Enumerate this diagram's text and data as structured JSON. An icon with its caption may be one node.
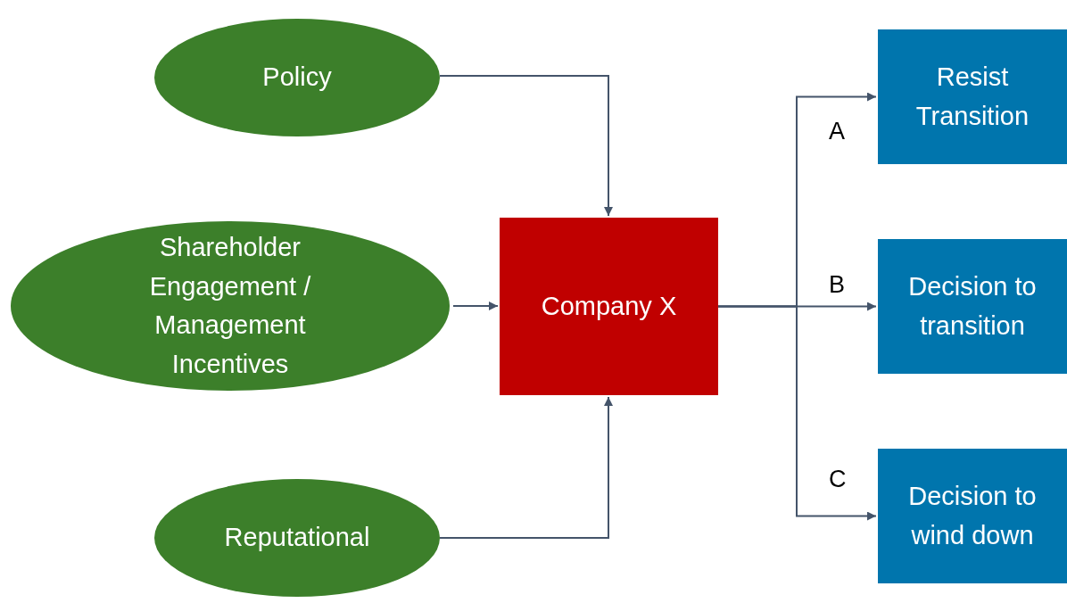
{
  "diagram": {
    "nodes": [
      {
        "text": [
          "Policy"
        ]
      },
      {
        "text": [
          "Shareholder Engagement / Management Incentives"
        ]
      },
      {
        "text": [
          "Reputational"
        ]
      },
      {
        "text": [
          "Company X"
        ]
      },
      {
        "text": [
          "Resist Transition"
        ]
      },
      {
        "text": [
          "Decision to transition"
        ]
      },
      {
        "text": [
          "Decision to wind down"
        ]
      }
    ],
    "edges": [
      {
        "from": 0,
        "to": 3,
        "arrow": "to"
      },
      {
        "from": 1,
        "to": 3,
        "arrow": "to"
      },
      {
        "from": 2,
        "to": 3,
        "arrow": "to"
      },
      {
        "from": 3,
        "to": 4,
        "arrow": "to",
        "label": "A"
      },
      {
        "from": 3,
        "to": 5,
        "arrow": "to",
        "label": "B"
      },
      {
        "from": 3,
        "to": 6,
        "arrow": "to",
        "label": "C"
      }
    ]
  }
}
